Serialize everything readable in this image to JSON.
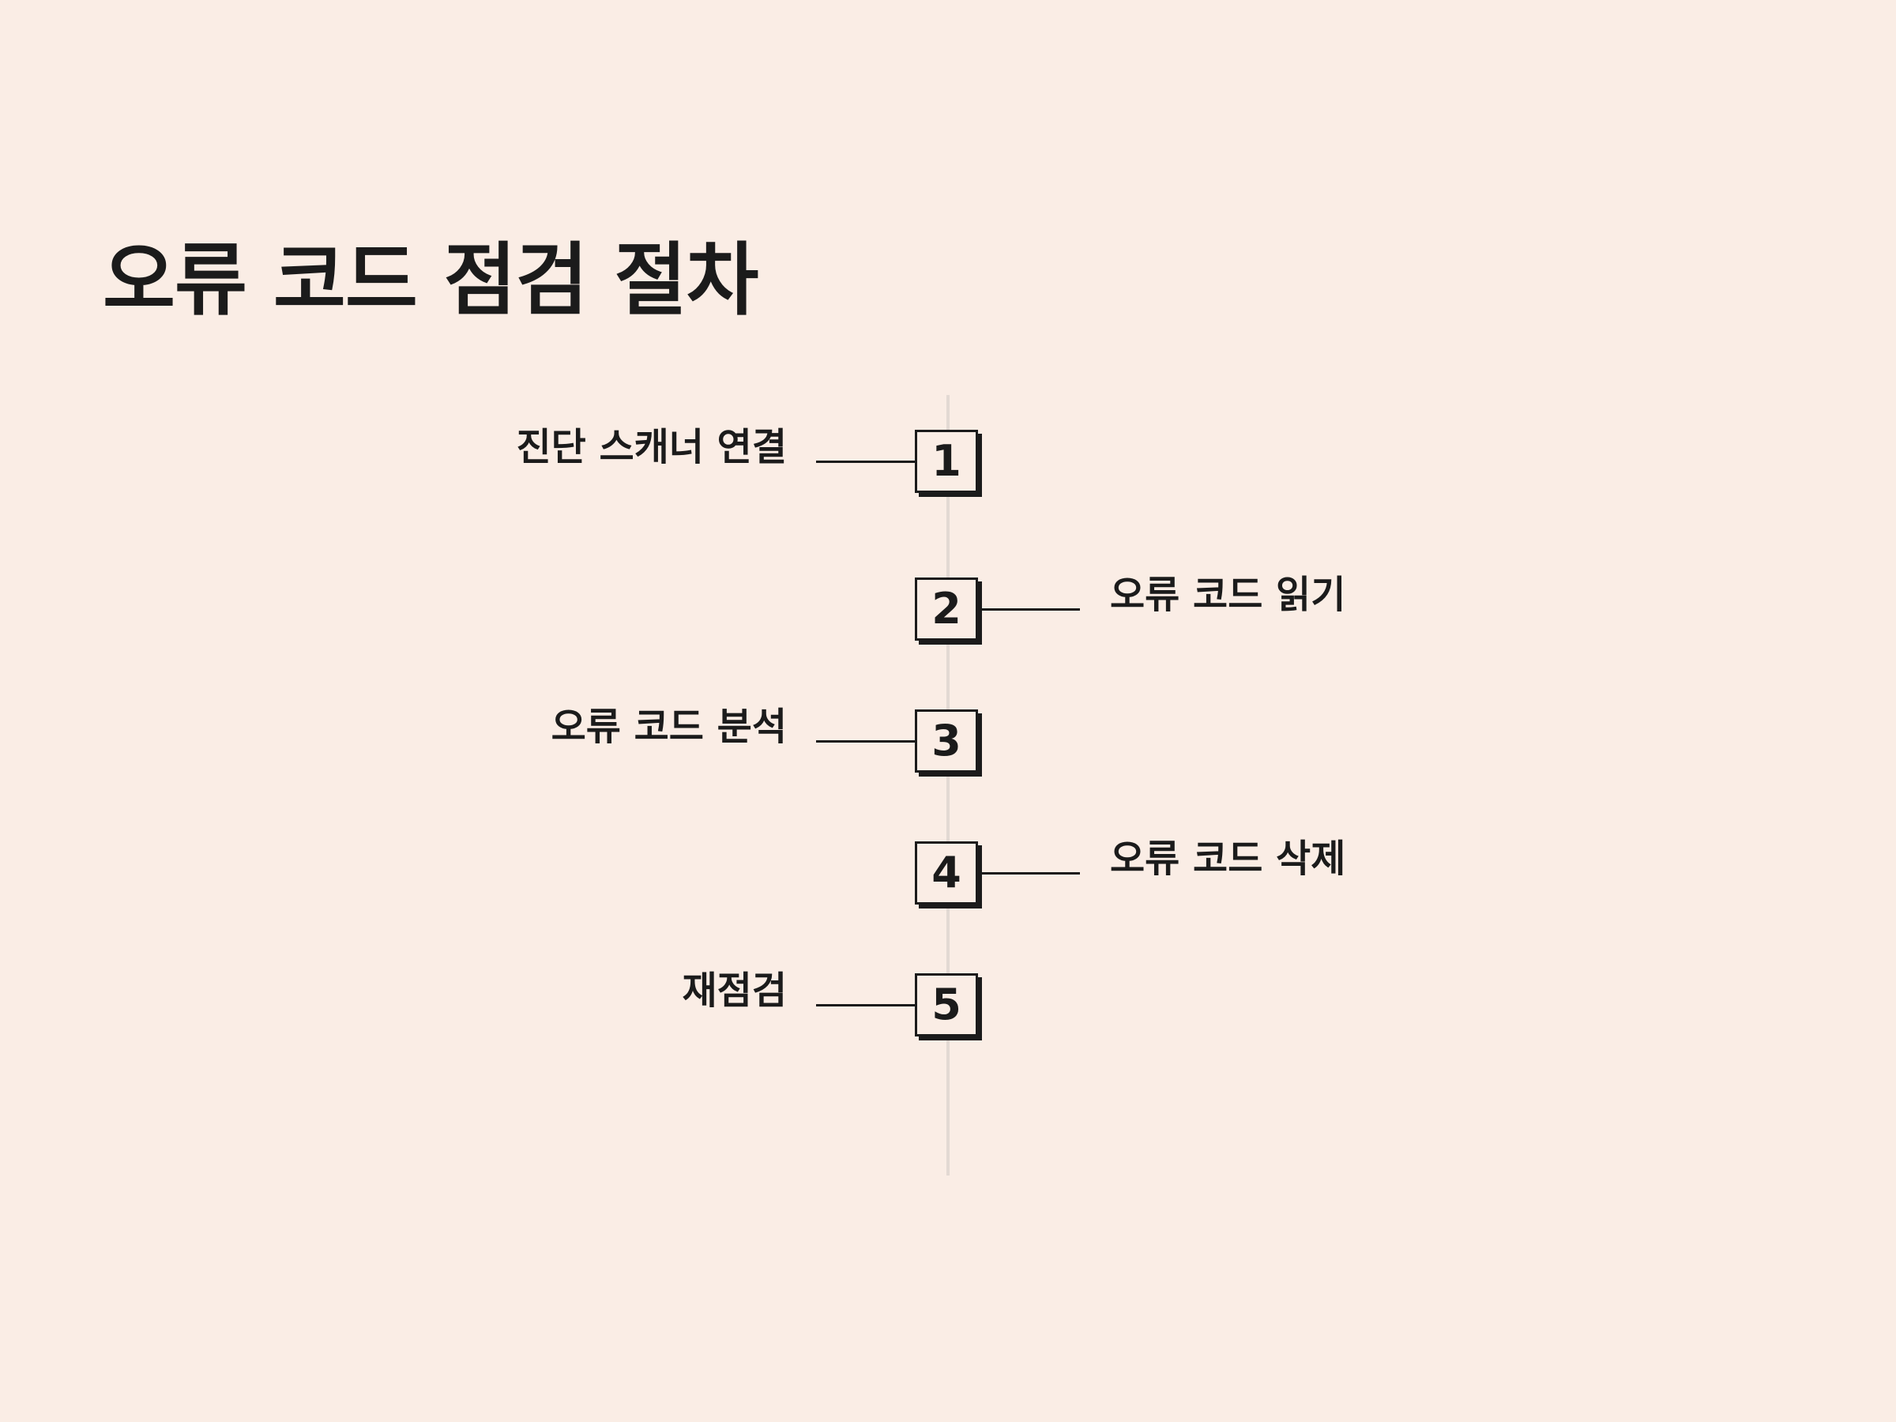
{
  "title": "오류 코드 점검 절차",
  "steps": [
    {
      "number": "1",
      "label": "진단 스캐너 연결",
      "side": "left"
    },
    {
      "number": "2",
      "label": "오류 코드 읽기",
      "side": "right"
    },
    {
      "number": "3",
      "label": "오류 코드 분석",
      "side": "left"
    },
    {
      "number": "4",
      "label": "오류 코드 삭제",
      "side": "right"
    },
    {
      "number": "5",
      "label": "재점검",
      "side": "left"
    }
  ],
  "colors": {
    "background": "#faede5",
    "ink": "#1b1b1b",
    "axis": "#e3d9d3"
  }
}
